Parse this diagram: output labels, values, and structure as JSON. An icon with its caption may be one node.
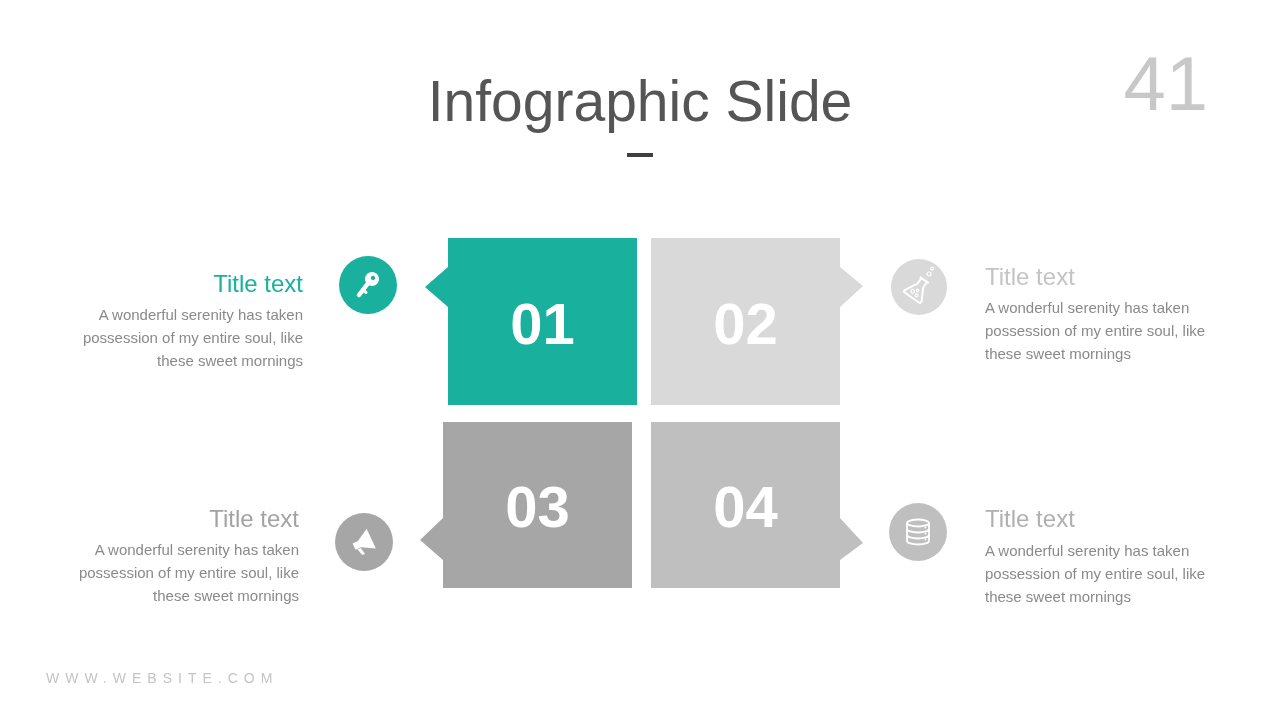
{
  "diagram": {
    "title": "Infographic Slide",
    "nodes": [
      {
        "text": [
          "01"
        ],
        "beside": [
          "Title text",
          "A wonderful serenity has taken possession of my entire soul, like these sweet mornings"
        ]
      },
      {
        "text": [
          "02"
        ],
        "beside": [
          "Title text",
          "A wonderful serenity has taken possession of my entire soul, like these sweet mornings"
        ]
      },
      {
        "text": [
          "03"
        ],
        "beside": [
          "Title text",
          "A wonderful serenity has taken possession of my entire soul, like these sweet mornings"
        ]
      },
      {
        "text": [
          "04"
        ],
        "beside": [
          "Title text",
          "A wonderful serenity has taken possession of my entire soul, like these sweet mornings"
        ]
      }
    ],
    "labels": [
      "41",
      "WWW.WEBSITE.COM"
    ]
  }
}
